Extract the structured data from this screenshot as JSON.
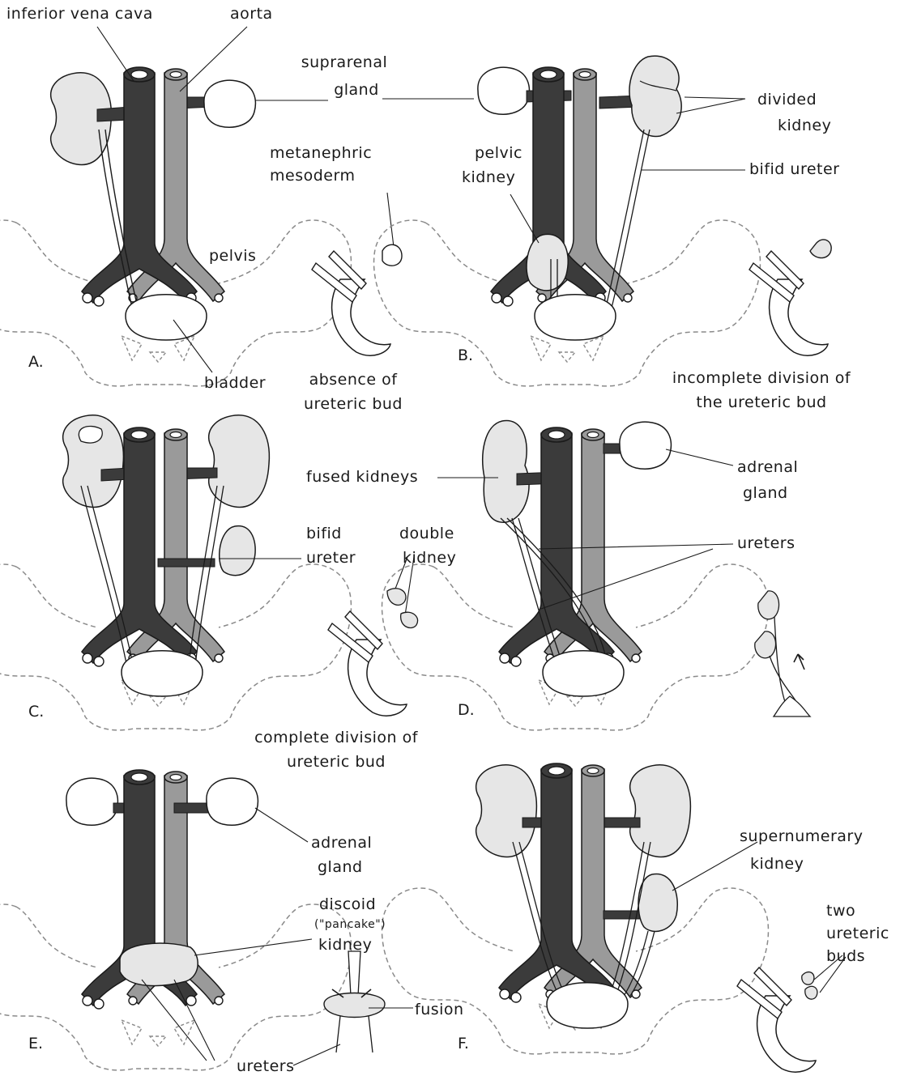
{
  "colors": {
    "dark_vessel": "#3b3b3b",
    "light_vessel": "#9a9a9a",
    "organ_fill": "#e6e6e6",
    "outline": "#1a1a1a",
    "dashed": "#8a8a8a"
  },
  "panels": [
    "A.",
    "B.",
    "C.",
    "D.",
    "E.",
    "F."
  ],
  "panel_A": {
    "ivc": "inferior vena cava",
    "aorta": "aorta",
    "suprarenal_1": "suprarenal",
    "suprarenal_2": "gland",
    "metanephric_1": "metanephric",
    "metanephric_2": "mesoderm",
    "pelvis": "pelvis",
    "bladder": "bladder",
    "caption_1": "absence of",
    "caption_2": "ureteric bud"
  },
  "panel_B": {
    "divided_1": "divided",
    "divided_2": "kidney",
    "pelvic_1": "pelvic",
    "pelvic_2": "kidney",
    "bifid_ureter": "bifid ureter",
    "caption_1": "incomplete division of",
    "caption_2": "the ureteric bud"
  },
  "panel_C": {
    "bifid_1": "bifid",
    "bifid_2": "ureter",
    "double_1": "double",
    "double_2": "kidney",
    "caption_1": "complete division of",
    "caption_2": "ureteric bud"
  },
  "panel_D": {
    "fused": "fused kidneys",
    "adrenal_1": "adrenal",
    "adrenal_2": "gland",
    "ureters": "ureters"
  },
  "panel_E": {
    "adrenal_1": "adrenal",
    "adrenal_2": "gland",
    "discoid_1": "discoid",
    "discoid_2": "(\"pancake\")",
    "discoid_3": "kidney",
    "fusion": "fusion",
    "ureters": "ureters"
  },
  "panel_F": {
    "super_1": "supernumerary",
    "super_2": "kidney",
    "two_1": "two",
    "two_2": "ureteric",
    "two_3": "buds"
  }
}
